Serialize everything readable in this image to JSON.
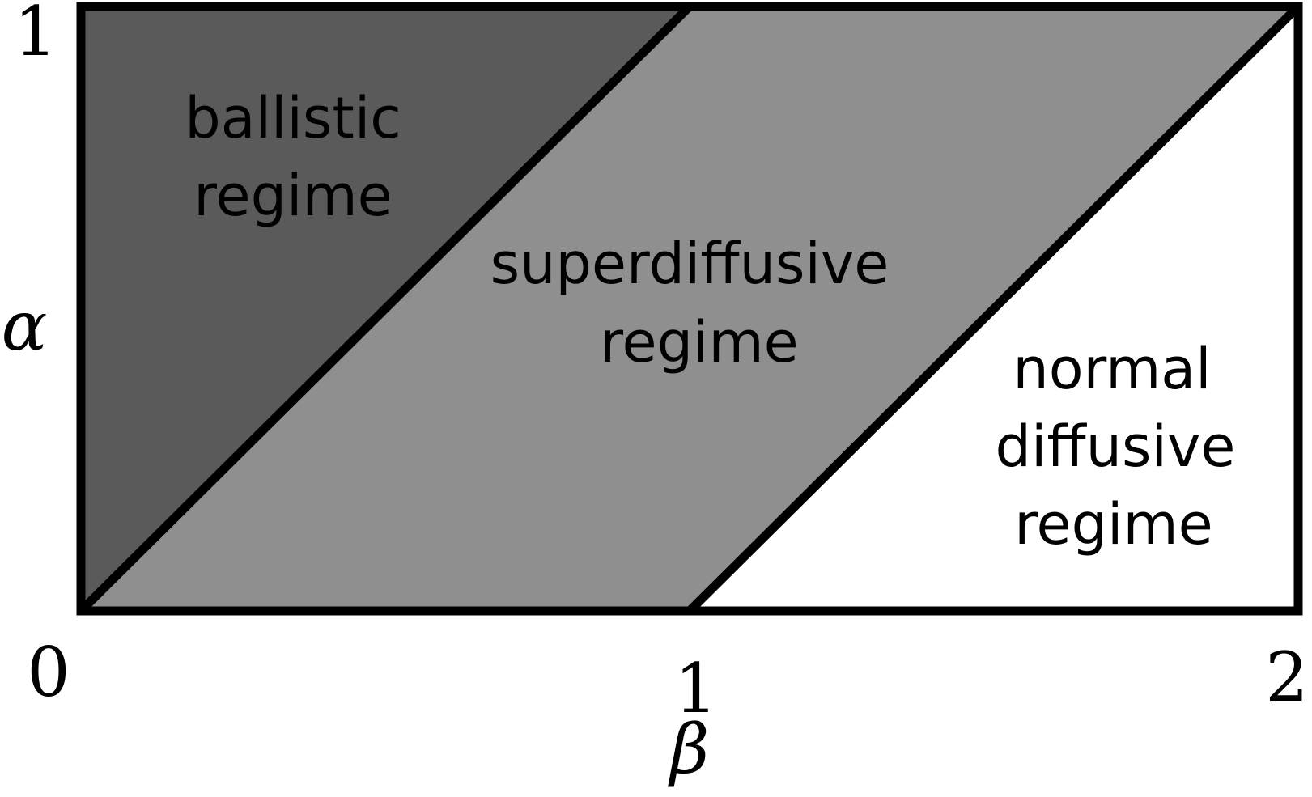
{
  "diagram": {
    "colors": {
      "ballistic": "#5a5a5a",
      "superdiffusive": "#8f8f8f",
      "normal": "#ffffff",
      "border": "#000000"
    },
    "regions": {
      "ballistic": {
        "lines": [
          "ballistic",
          "regime"
        ]
      },
      "superdiffusive": {
        "lines": [
          "superdiffusive",
          "regime"
        ]
      },
      "normal": {
        "lines": [
          "normal",
          "diffusive",
          "regime"
        ]
      }
    },
    "axes": {
      "y": {
        "symbol": "α",
        "ticks": [
          "1",
          "0"
        ]
      },
      "x": {
        "symbol": "β",
        "ticks": [
          "1",
          "2"
        ]
      }
    }
  }
}
